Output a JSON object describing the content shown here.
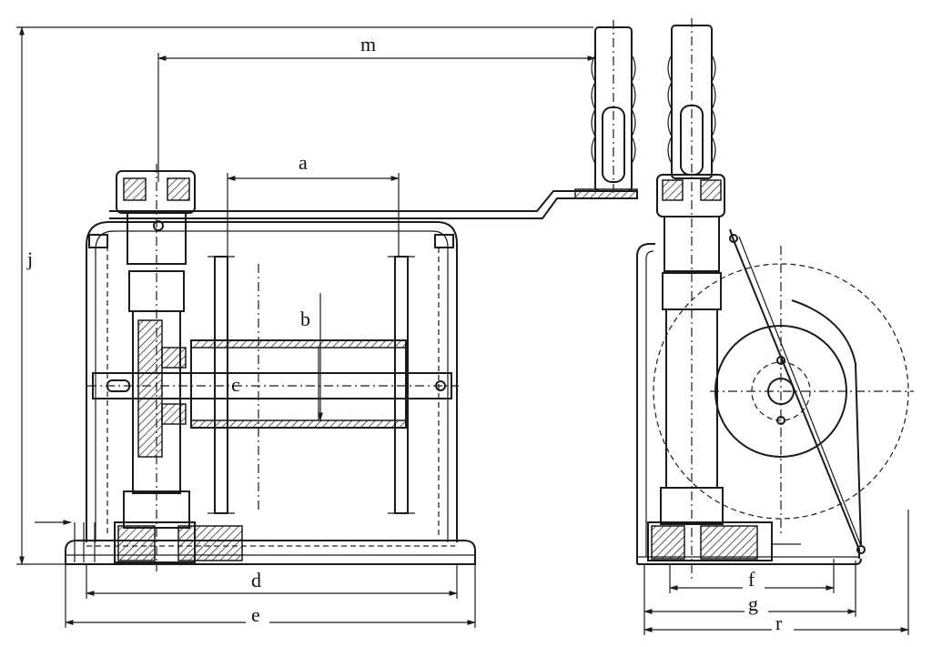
{
  "drawing": {
    "colors": {
      "line": "#1a1a1a",
      "background": "#ffffff"
    },
    "dimension_labels": {
      "m": "m",
      "a": "a",
      "j": "j",
      "b": "b",
      "c": "c",
      "d": "d",
      "e": "e",
      "f": "f",
      "g": "g",
      "r": "r"
    }
  }
}
